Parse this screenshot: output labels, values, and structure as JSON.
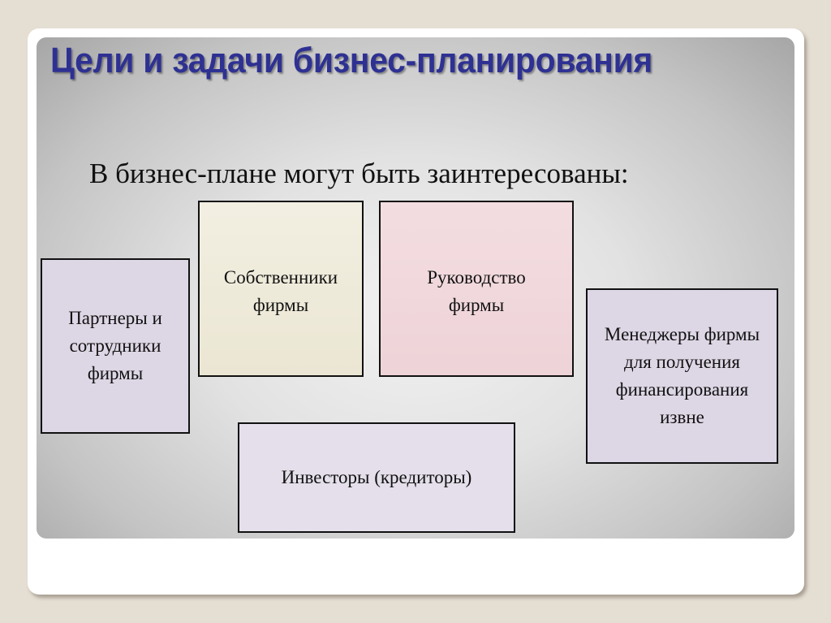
{
  "slide": {
    "title": "Цели и задачи бизнес-планирования",
    "subtitle": "В бизнес-плане могут быть заинтересованы:",
    "boxes": [
      {
        "label": "Партнеры и сотрудники фирмы",
        "color": "#ddd6e5"
      },
      {
        "label": "Собственники фирмы",
        "color": "#efebdc"
      },
      {
        "label": "Руководство фирмы",
        "color": "#f1d9dd"
      },
      {
        "label": "Менеджеры фирмы для получения финансирования извне",
        "color": "#ddd6e5"
      },
      {
        "label": "Инвесторы (кредиторы)",
        "color": "#e4dfea"
      }
    ]
  }
}
